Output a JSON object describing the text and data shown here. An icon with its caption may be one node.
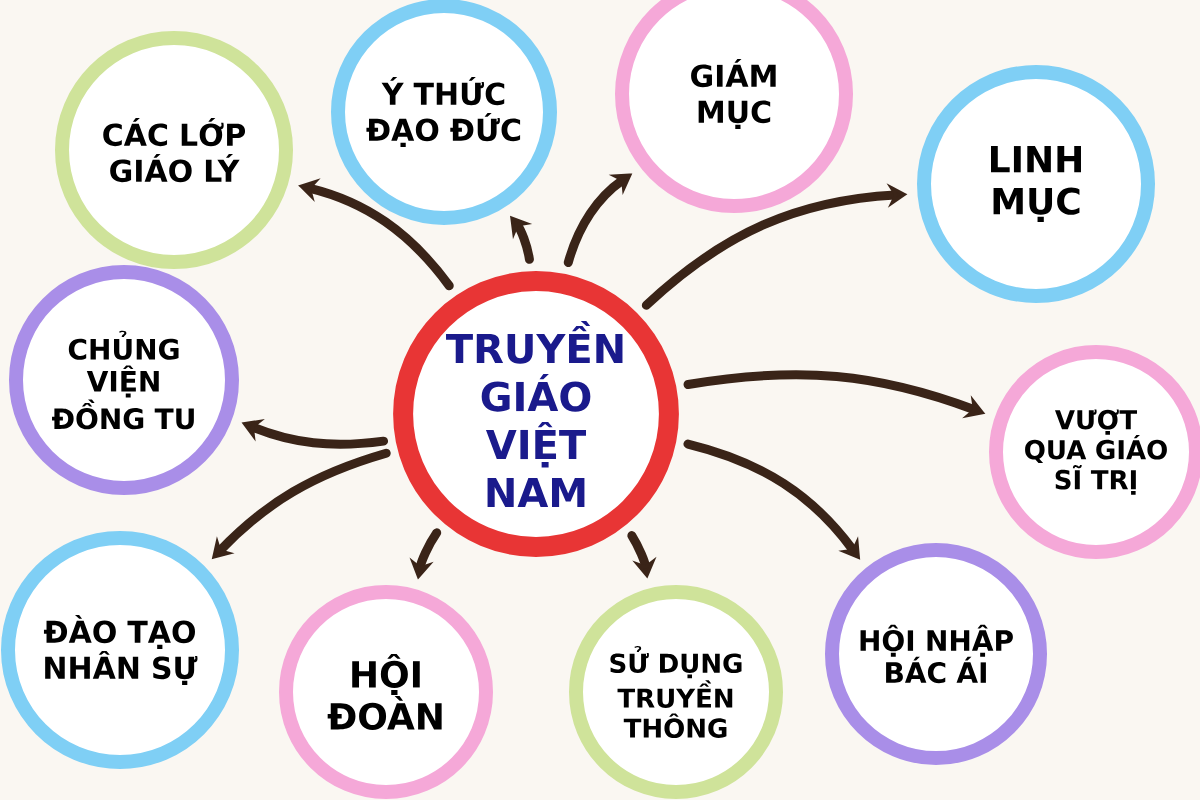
{
  "diagram": {
    "nodes": [
      {
        "text": [
          "TRUYỀN GIÁO VIỆT NAM"
        ]
      },
      {
        "text": [
          "CÁC LỚP GIÁO LÝ"
        ]
      },
      {
        "text": [
          "Ý THỨC ĐẠO ĐỨC"
        ]
      },
      {
        "text": [
          "GIÁM MỤC"
        ]
      },
      {
        "text": [
          "LINH MỤC"
        ]
      },
      {
        "text": [
          "CHỦNG VIỆN ĐỒNG TU"
        ]
      },
      {
        "text": [
          "VƯỢT QUA GIÁO SĨ TRỊ"
        ]
      },
      {
        "text": [
          "ĐÀO TẠO NHÂN SỰ"
        ]
      },
      {
        "text": [
          "HỘI ĐOÀN"
        ]
      },
      {
        "text": [
          "SỬ DỤNG TRUYỀN THÔNG"
        ]
      },
      {
        "text": [
          "HỘI NHẬP BÁC ÁI"
        ]
      }
    ],
    "edges": [
      {
        "from": 0,
        "to": 1,
        "arrow": "to"
      },
      {
        "from": 0,
        "to": 2,
        "arrow": "to"
      },
      {
        "from": 0,
        "to": 3,
        "arrow": "to"
      },
      {
        "from": 0,
        "to": 4,
        "arrow": "to"
      },
      {
        "from": 0,
        "to": 5,
        "arrow": "to"
      },
      {
        "from": 0,
        "to": 6,
        "arrow": "to"
      },
      {
        "from": 0,
        "to": 7,
        "arrow": "to"
      },
      {
        "from": 0,
        "to": 8,
        "arrow": "to"
      },
      {
        "from": 0,
        "to": 9,
        "arrow": "to"
      },
      {
        "from": 0,
        "to": 10,
        "arrow": "to"
      }
    ]
  }
}
